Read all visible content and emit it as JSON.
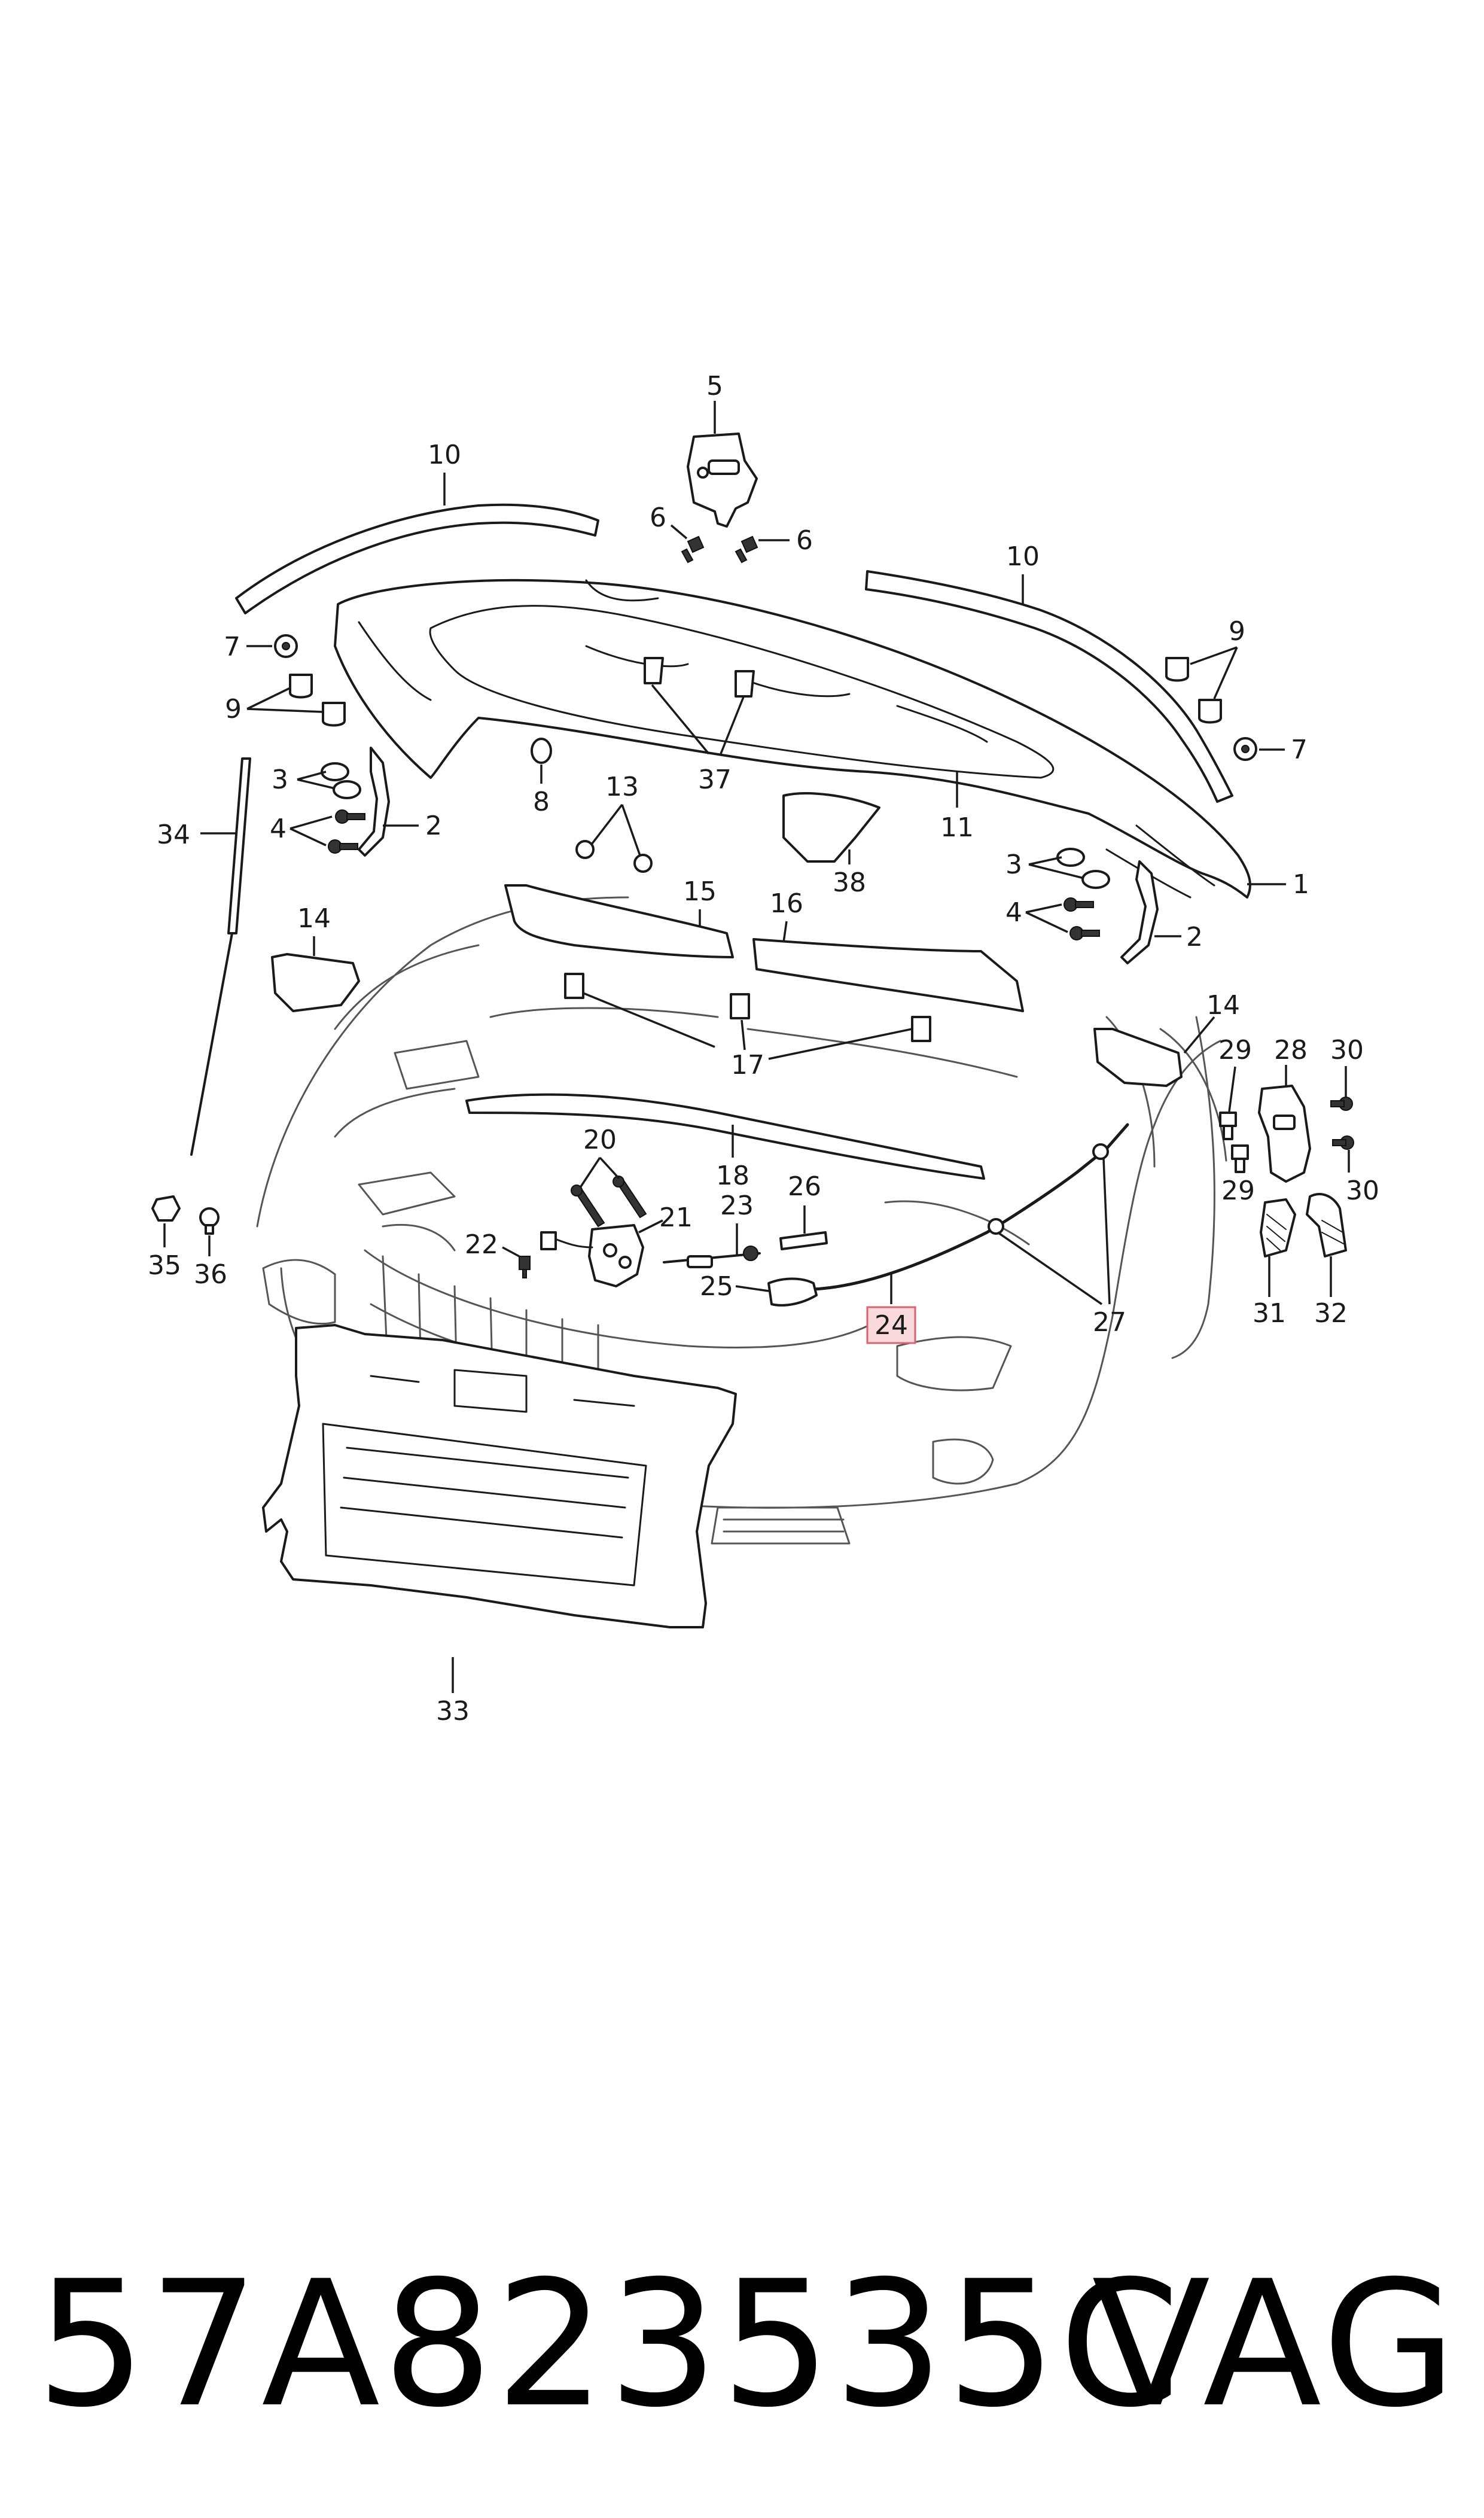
{
  "diagram": {
    "callouts": [
      "1",
      "2",
      "2",
      "3",
      "3",
      "4",
      "4",
      "5",
      "6",
      "6",
      "7",
      "7",
      "8",
      "9",
      "9",
      "10",
      "10",
      "11",
      "13",
      "14",
      "14",
      "15",
      "16",
      "17",
      "18",
      "20",
      "21",
      "22",
      "23",
      "24",
      "25",
      "26",
      "27",
      "28",
      "29",
      "29",
      "30",
      "30",
      "31",
      "32",
      "33",
      "34",
      "35",
      "36",
      "37",
      "38"
    ],
    "highlighted_callout": "24",
    "highlight_color": "#f9d9dc"
  },
  "footer": {
    "part_number": "57A823535C",
    "brand": "VAG"
  }
}
